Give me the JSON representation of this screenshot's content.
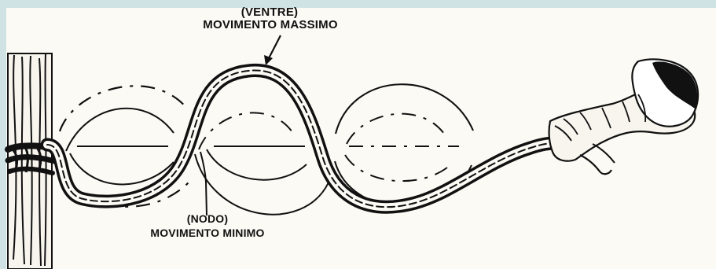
{
  "labels": {
    "top_sub": "(VENTRE)",
    "top_main": "MOVIMENTO MASSIMO",
    "bottom_sub": "(NODO)",
    "bottom_main": "MOVIMENTO MINIMO"
  },
  "colors": {
    "background": "#fbfaf4",
    "frame": "#cfe3e4",
    "ink": "#111111"
  }
}
